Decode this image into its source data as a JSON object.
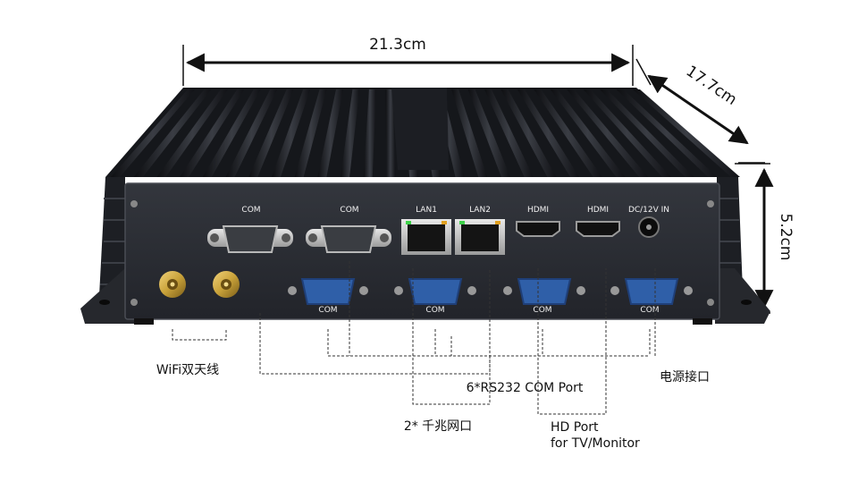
{
  "dimensions": {
    "width": "21.3cm",
    "depth": "17.7cm",
    "height": "5.2cm"
  },
  "ports": {
    "com_top_left": "COM",
    "com_top_right": "COM",
    "lan1": "LAN1",
    "lan2": "LAN2",
    "hdmi1": "HDMI",
    "hdmi2": "HDMI",
    "dc_in": "DC/12V IN",
    "com_bottom_1": "COM",
    "com_bottom_2": "COM",
    "com_bottom_3": "COM",
    "com_bottom_4": "COM"
  },
  "annotations": {
    "wifi": "WiFi双天线",
    "rs232": "6*RS232 COM Port",
    "lan": "2* 千兆网口",
    "hd_line1": "HD Port",
    "hd_line2": "for TV/Monitor",
    "power": "电源接口"
  },
  "colors": {
    "chassis": "#1b1d22",
    "panel": "#2a2d33",
    "com_blue": "#2f5fa8",
    "gold": "#c9a23a",
    "lan_led_green": "#3fd14a",
    "lan_led_orange": "#e0a020"
  }
}
